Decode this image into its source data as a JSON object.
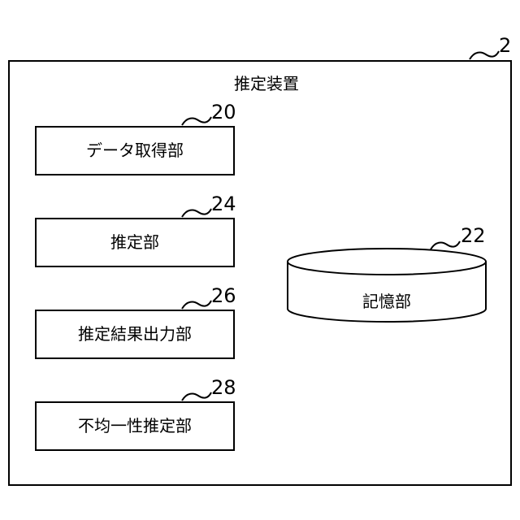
{
  "device": {
    "title": "推定装置",
    "ref": "2"
  },
  "units": [
    {
      "label": "データ取得部",
      "ref": "20"
    },
    {
      "label": "推定部",
      "ref": "24"
    },
    {
      "label": "推定結果出力部",
      "ref": "26"
    },
    {
      "label": "不均一性推定部",
      "ref": "28"
    }
  ],
  "storage": {
    "label": "記憶部",
    "ref": "22"
  }
}
